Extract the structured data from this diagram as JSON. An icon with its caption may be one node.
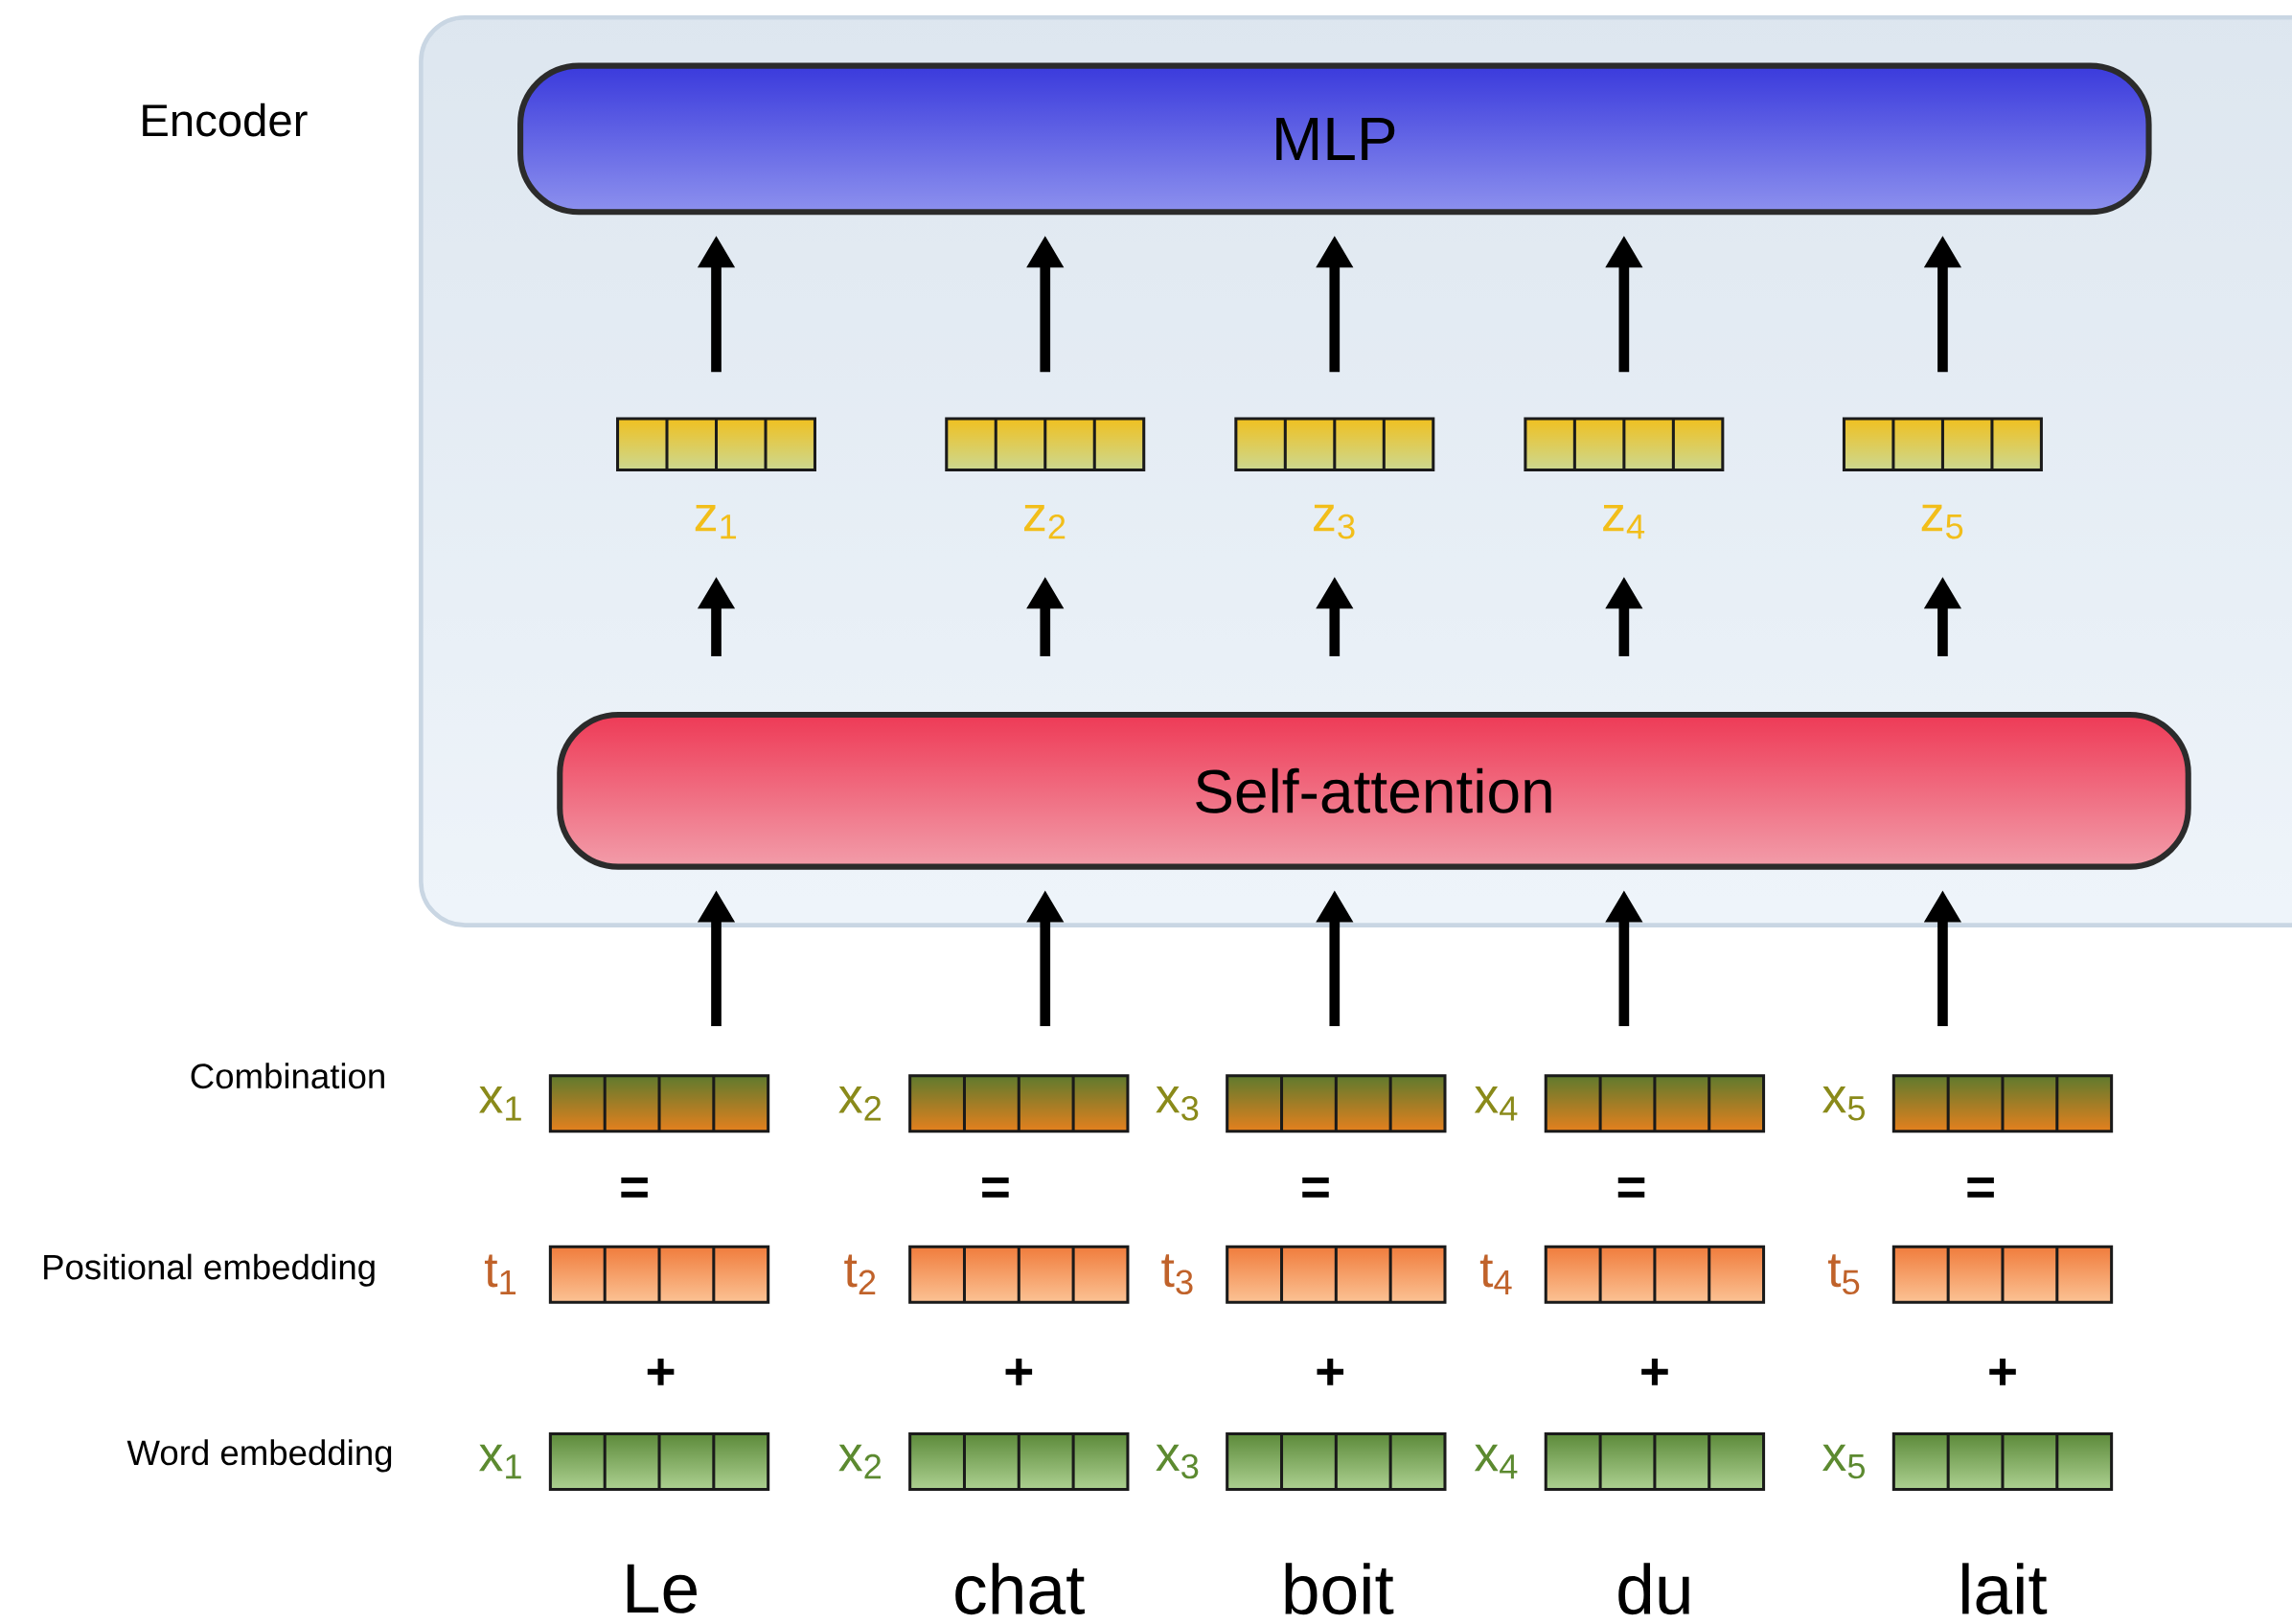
{
  "diagram": {
    "nodes": [
      {
        "text": [
          "Encoder"
        ]
      },
      {
        "text": [
          "MLP"
        ],
        "in": 0
      },
      {
        "text": [
          "Self-attention"
        ],
        "in": 0
      },
      {
        "text": [
          "z$_{1}$"
        ],
        "in": 0
      },
      {
        "text": [
          "z$_{2}$"
        ],
        "in": 0
      },
      {
        "text": [
          "z$_{3}$"
        ],
        "in": 0
      },
      {
        "text": [
          "z$_{4}$"
        ],
        "in": 0
      },
      {
        "text": [
          "z$_{5}$"
        ],
        "in": 0
      },
      {
        "text": [
          "x$_{1}$"
        ]
      },
      {
        "text": [
          "x$_{2}$"
        ]
      },
      {
        "text": [
          "x$_{3}$"
        ]
      },
      {
        "text": [
          "x$_{4}$"
        ]
      },
      {
        "text": [
          "x$_{5}$"
        ]
      },
      {
        "text": [
          "t$_{1}$"
        ]
      },
      {
        "text": [
          "t$_{2}$"
        ]
      },
      {
        "text": [
          "t$_{3}$"
        ]
      },
      {
        "text": [
          "t$_{4}$"
        ]
      },
      {
        "text": [
          "t$_{5}$"
        ]
      },
      {
        "text": [
          "x$_{1}$"
        ]
      },
      {
        "text": [
          "x$_{2}$"
        ]
      },
      {
        "text": [
          "x$_{3}$"
        ]
      },
      {
        "text": [
          "x$_{4}$"
        ]
      },
      {
        "text": [
          "x$_{5}$"
        ]
      }
    ],
    "edges": [
      {
        "from": 8,
        "to": 2,
        "arrow": "to"
      },
      {
        "from": 9,
        "to": 2,
        "arrow": "to"
      },
      {
        "from": 10,
        "to": 2,
        "arrow": "to"
      },
      {
        "from": 11,
        "to": 2,
        "arrow": "to"
      },
      {
        "from": 12,
        "to": 2,
        "arrow": "to"
      },
      {
        "from": 2,
        "to": 3,
        "arrow": "to"
      },
      {
        "from": 2,
        "to": 4,
        "arrow": "to"
      },
      {
        "from": 2,
        "to": 5,
        "arrow": "to"
      },
      {
        "from": 2,
        "to": 6,
        "arrow": "to"
      },
      {
        "from": 2,
        "to": 7,
        "arrow": "to"
      },
      {
        "from": 3,
        "to": 1,
        "arrow": "to"
      },
      {
        "from": 4,
        "to": 1,
        "arrow": "to"
      },
      {
        "from": 5,
        "to": 1,
        "arrow": "to"
      },
      {
        "from": 6,
        "to": 1,
        "arrow": "to"
      },
      {
        "from": 7,
        "to": 1,
        "arrow": "to"
      }
    ],
    "labels": [
      "Combination",
      "=",
      "=",
      "=",
      "=",
      "=",
      "Positional embedding",
      "+",
      "+",
      "+",
      "+",
      "+",
      "Word embedding",
      "Le",
      "chat",
      "boit",
      "du",
      "lait"
    ]
  }
}
